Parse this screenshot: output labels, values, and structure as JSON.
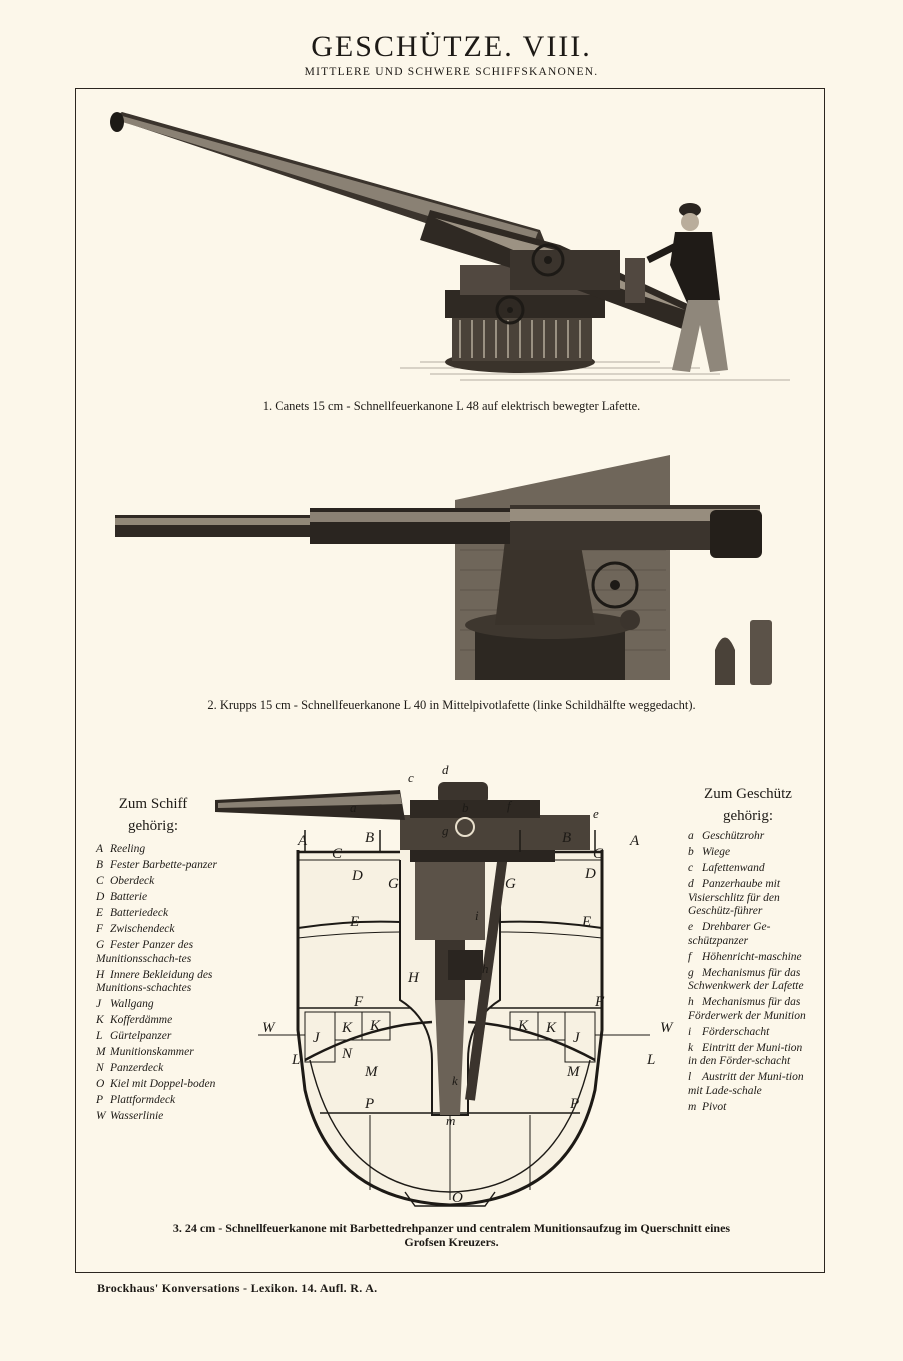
{
  "header": {
    "title": "GESCHÜTZE. VIII.",
    "subtitle": "MITTLERE UND SCHWERE SCHIFFSKANONEN."
  },
  "figures": [
    {
      "caption": "1. Canets 15 cm - Schnellfeuerkanone L 48 auf elektrisch bewegter Lafette."
    },
    {
      "caption": "2. Krupps 15 cm - Schnellfeuerkanone L 40 in Mittelpivotlafette (linke Schildhälfte weggedacht)."
    },
    {
      "caption_line1": "3. 24 cm - Schnellfeuerkanone mit Barbettedrehpanzer und centralem Munitionsaufzug im Querschnitt eines",
      "caption_line2": "Grofsen Kreuzers."
    }
  ],
  "legend_ship": {
    "heading_line1": "Zum Schiff",
    "heading_line2": "gehörig:",
    "items": [
      {
        "key": "A",
        "text": "Reeling"
      },
      {
        "key": "B",
        "text": "Fester Barbette-panzer"
      },
      {
        "key": "C",
        "text": "Oberdeck"
      },
      {
        "key": "D",
        "text": "Batterie"
      },
      {
        "key": "E",
        "text": "Batteriedeck"
      },
      {
        "key": "F",
        "text": "Zwischendeck"
      },
      {
        "key": "G",
        "text": "Fester Panzer des Munitionsschach-tes"
      },
      {
        "key": "H",
        "text": "Innere Bekleidung des Munitions-schachtes"
      },
      {
        "key": "J",
        "text": "Wallgang"
      },
      {
        "key": "K",
        "text": "Kofferdämme"
      },
      {
        "key": "L",
        "text": "Gürtelpanzer"
      },
      {
        "key": "M",
        "text": "Munitionskammer"
      },
      {
        "key": "N",
        "text": "Panzerdeck"
      },
      {
        "key": "O",
        "text": "Kiel mit Doppel-boden"
      },
      {
        "key": "P",
        "text": "Plattformdeck"
      },
      {
        "key": "W",
        "text": "Wasserlinie"
      }
    ]
  },
  "legend_gun": {
    "heading_line1": "Zum Geschütz",
    "heading_line2": "gehörig:",
    "items": [
      {
        "key": "a",
        "text": "Geschützrohr"
      },
      {
        "key": "b",
        "text": "Wiege"
      },
      {
        "key": "c",
        "text": "Lafettenwand"
      },
      {
        "key": "d",
        "text": "Panzerhaube mit Visierschlitz für den Geschütz-führer"
      },
      {
        "key": "e",
        "text": "Drehbarer Ge-schützpanzer"
      },
      {
        "key": "f",
        "text": "Höhenricht-maschine"
      },
      {
        "key": "g",
        "text": "Mechanismus für das Schwenkwerk der Lafette"
      },
      {
        "key": "h",
        "text": "Mechanismus für das Förderwerk der Munition"
      },
      {
        "key": "i",
        "text": "Förderschacht"
      },
      {
        "key": "k",
        "text": "Eintritt der Muni-tion in den Förder-schacht"
      },
      {
        "key": "l",
        "text": "Austritt der Muni-tion mit Lade-schale"
      },
      {
        "key": "m",
        "text": "Pivot"
      }
    ]
  },
  "diagram_labels": {
    "A": "A",
    "B": "B",
    "C": "C",
    "D": "D",
    "E": "E",
    "F": "F",
    "G": "G",
    "H": "H",
    "J": "J",
    "K": "K",
    "L": "L",
    "M": "M",
    "N": "N",
    "O": "O",
    "P": "P",
    "W": "W",
    "a": "a",
    "b": "b",
    "c": "c",
    "d": "d",
    "e": "e",
    "f": "f",
    "g": "g",
    "h": "h",
    "i": "i",
    "k": "k",
    "m": "m"
  },
  "footer": {
    "text": "Brockhaus' Konversations - Lexikon. 14. Aufl. R. A."
  }
}
